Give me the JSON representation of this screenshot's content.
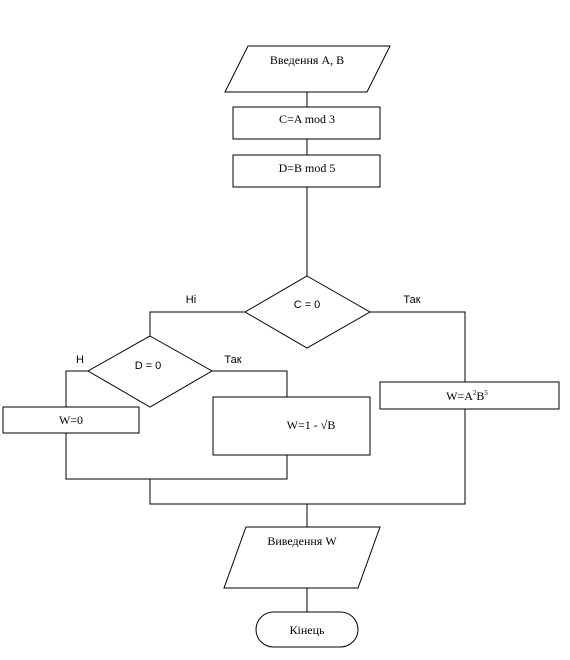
{
  "flowchart": {
    "input": "Введення А, В",
    "calc_c": "C=A mod 3",
    "calc_d": "D=B mod 5",
    "cond_c": "C = 0",
    "cond_c_no": "Ні",
    "cond_c_yes": "Так",
    "cond_d": "D = 0",
    "cond_d_no": "Н",
    "cond_d_yes": "Так",
    "assign_w0": "W=0",
    "assign_w_sqrt": "W=1 - √B",
    "assign_w_pow": {
      "a": "W=A",
      "a_exp": "2",
      "b": "B",
      "b_exp": "5"
    },
    "output": "Виведення W",
    "end": "Кінець"
  }
}
